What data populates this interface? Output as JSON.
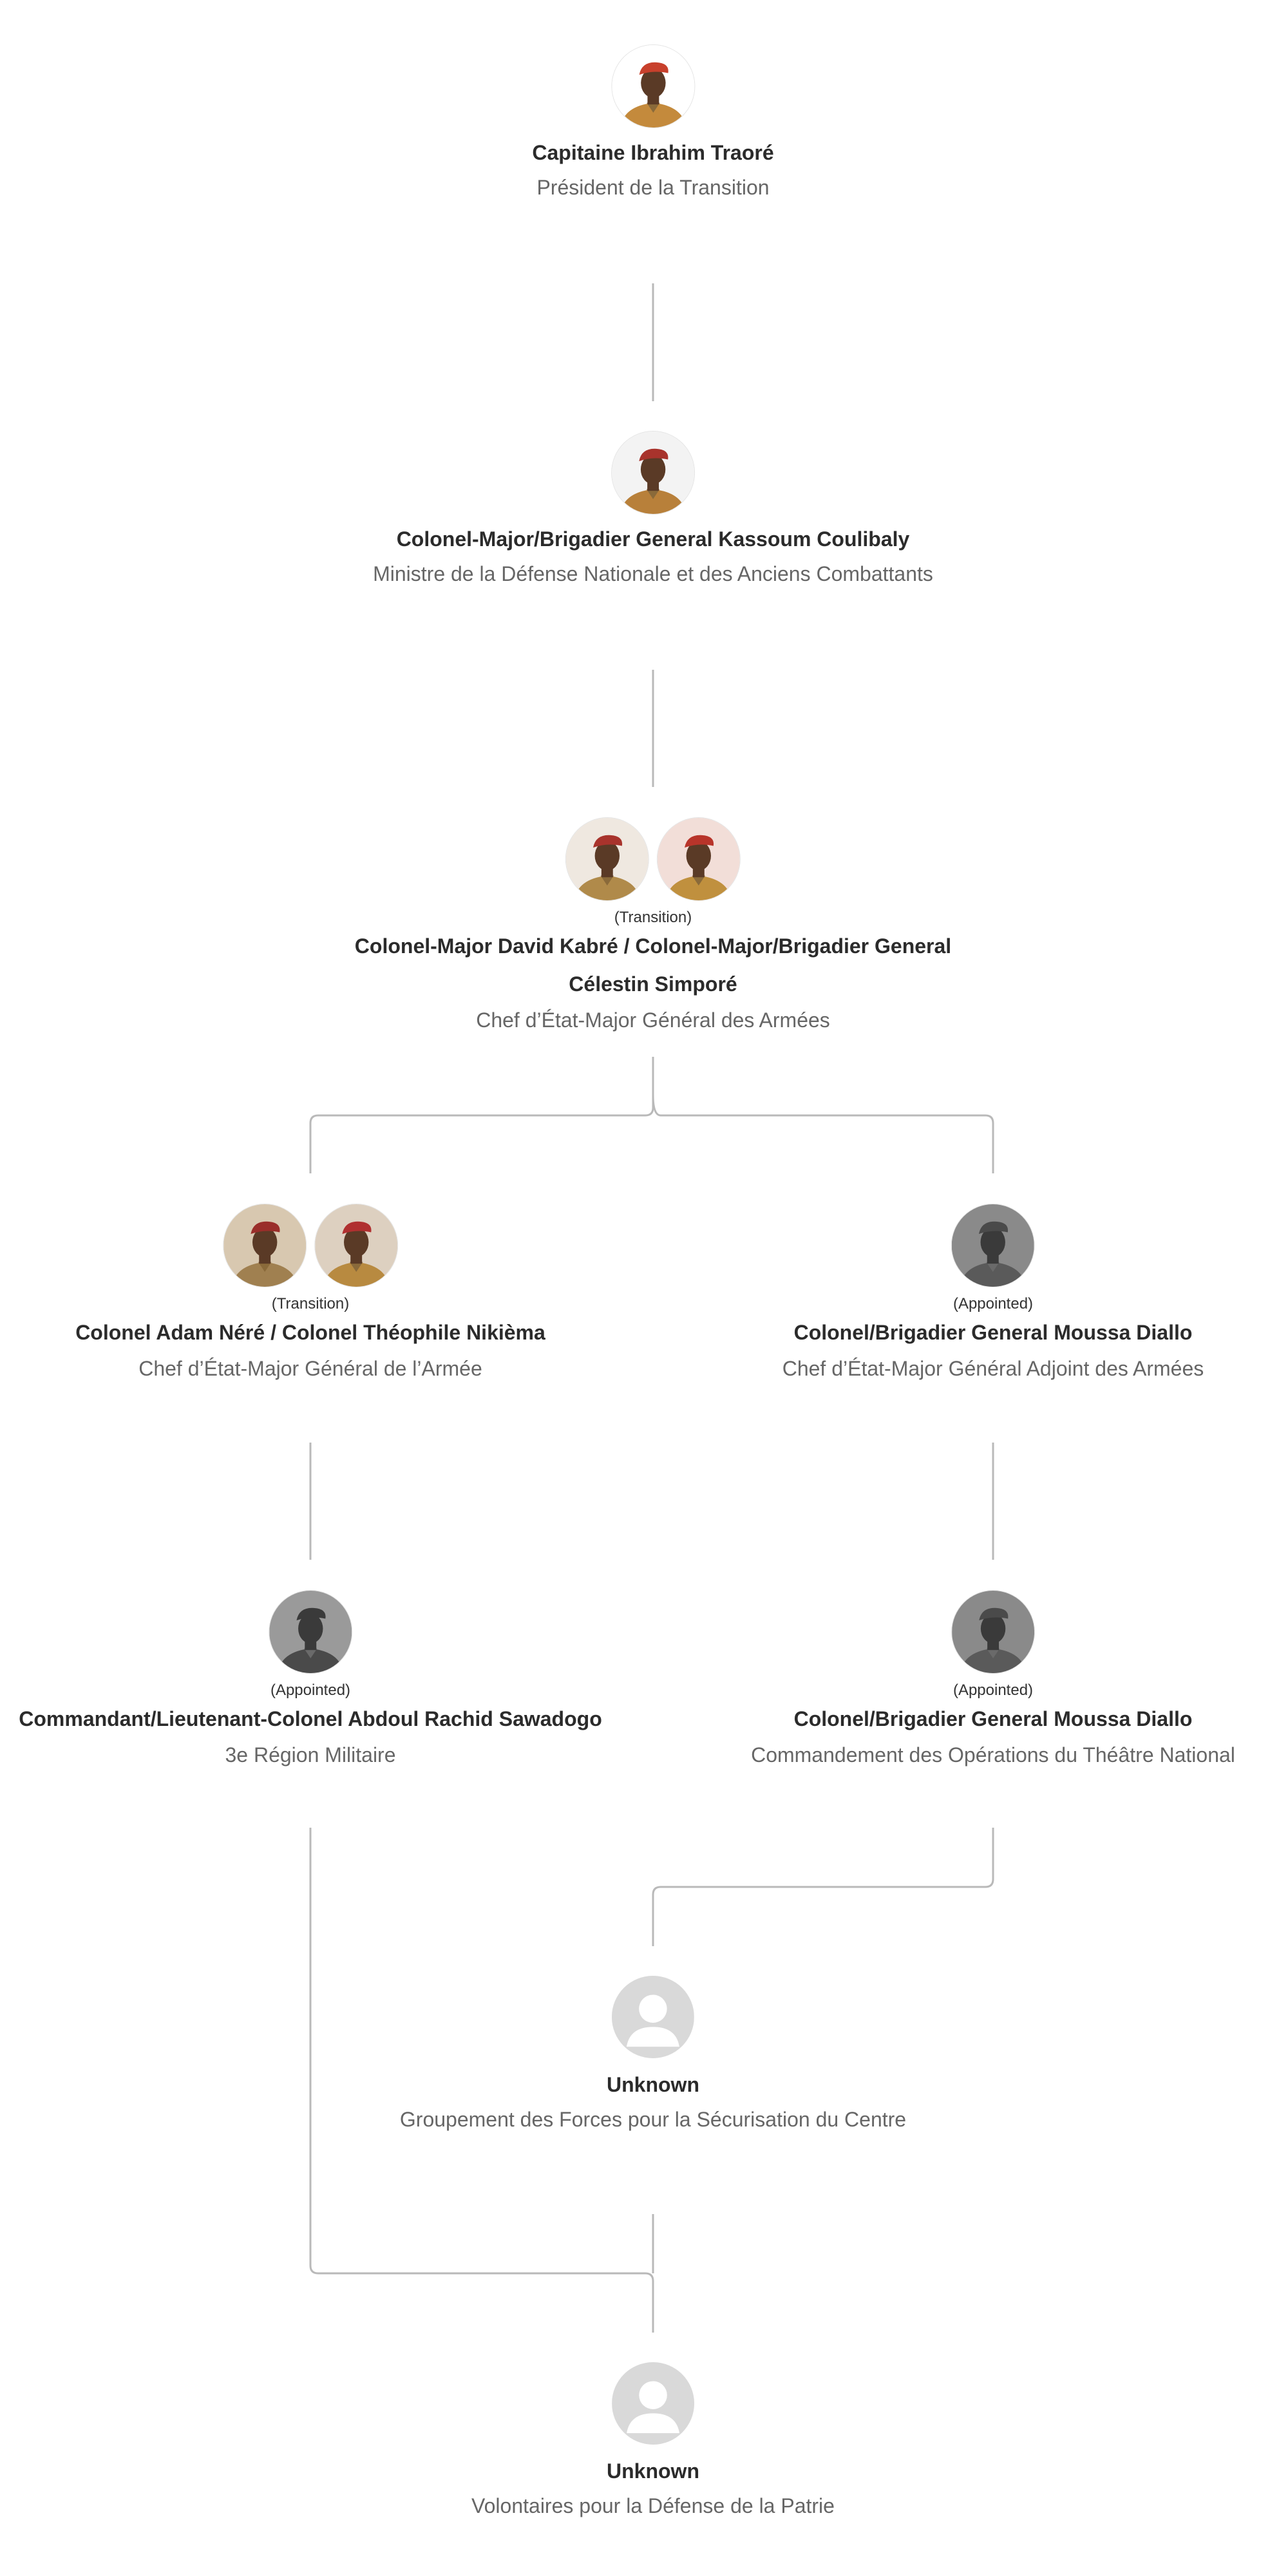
{
  "nodes": {
    "traore": {
      "name": "Capitaine Ibrahim Traoré",
      "role": "Président de la Transition",
      "photos": [
        {
          "kind": "person",
          "beret": "#c8402c",
          "uniform": "#c48a3c",
          "bg": "#ffffff",
          "mono": false
        }
      ]
    },
    "coulibaly": {
      "name": "Colonel-Major/Brigadier General Kassoum Coulibaly",
      "role": "Ministre de la Défense Nationale et des Anciens Combattants",
      "photos": [
        {
          "kind": "person",
          "beret": "#a8332c",
          "uniform": "#b8803a",
          "bg": "#f3f3f3",
          "mono": false
        }
      ]
    },
    "kabre": {
      "status": "(Transition)",
      "name_line1": "Colonel-Major David Kabré / Colonel-Major/Brigadier General",
      "name_line2": "Célestin Simporé",
      "role": "Chef d’État-Major Général des Armées",
      "photos": [
        {
          "kind": "person",
          "beret": "#a8332c",
          "uniform": "#b08a4a",
          "bg": "#efe8e0",
          "mono": false
        },
        {
          "kind": "person",
          "beret": "#b8342a",
          "uniform": "#c0903e",
          "bg": "#f2ded8",
          "mono": false
        }
      ]
    },
    "nere": {
      "status": "(Transition)",
      "name": "Colonel Adam Néré / Colonel Théophile Nikièma",
      "role": "Chef d’État-Major Général de l’Armée",
      "photos": [
        {
          "kind": "person",
          "beret": "#9a2e2a",
          "uniform": "#a08050",
          "bg": "#d8c8b0",
          "mono": false
        },
        {
          "kind": "person",
          "beret": "#b03030",
          "uniform": "#b88a40",
          "bg": "#ddd0c0",
          "mono": false
        }
      ]
    },
    "diallo1": {
      "status": "(Appointed)",
      "name": "Colonel/Brigadier General Moussa Diallo",
      "role": "Chef d’État-Major Général Adjoint des Armées",
      "photos": [
        {
          "kind": "person",
          "beret": "#4a4a4a",
          "uniform": "#5a5a5a",
          "bg": "#8a8a8a",
          "mono": true
        }
      ]
    },
    "sawadogo": {
      "status": "(Appointed)",
      "name": "Commandant/Lieutenant-Colonel Abdoul Rachid Sawadogo",
      "role": "3e Région Militaire",
      "photos": [
        {
          "kind": "person",
          "beret": "#3a3a3a",
          "uniform": "#4a4a4a",
          "bg": "#9a9a9a",
          "mono": true
        }
      ]
    },
    "diallo2": {
      "status": "(Appointed)",
      "name": "Colonel/Brigadier General Moussa Diallo",
      "role": "Commandement des Opérations du Théâtre National",
      "photos": [
        {
          "kind": "person",
          "beret": "#4a4a4a",
          "uniform": "#5a5a5a",
          "bg": "#8a8a8a",
          "mono": true
        }
      ]
    },
    "gfsc": {
      "name": "Unknown",
      "role": "Groupement des Forces pour la Sécurisation du Centre",
      "photos": [
        {
          "kind": "placeholder"
        }
      ]
    },
    "vdp": {
      "name": "Unknown",
      "role": "Volontaires pour la Défense de la Patrie",
      "photos": [
        {
          "kind": "placeholder"
        }
      ]
    }
  }
}
